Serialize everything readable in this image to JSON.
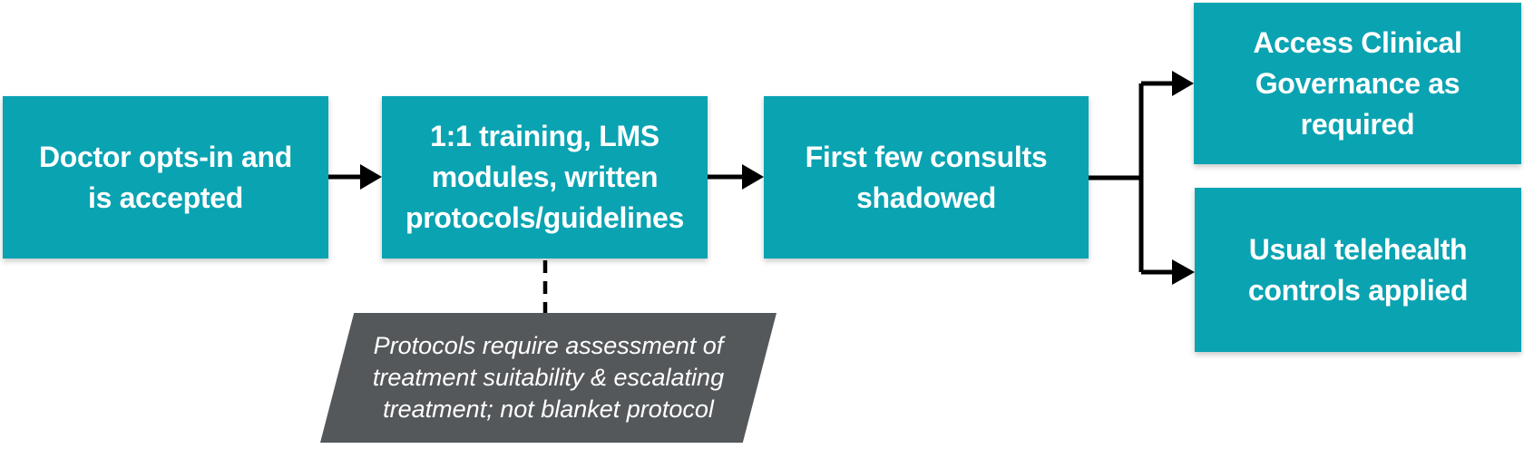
{
  "diagram": {
    "type": "flowchart",
    "flow_nodes": [
      {
        "id": "doctor-opt-in",
        "label": "Doctor opts-in and is accepted",
        "lines": [
          "Doctor opts-in and",
          "is accepted"
        ]
      },
      {
        "id": "training-protocols",
        "label": "1:1 training, LMS modules, written protocols/guidelines",
        "lines": [
          "1:1 training, LMS",
          "modules, written",
          "protocols/guidelines"
        ]
      },
      {
        "id": "consults-shadowed",
        "label": "First few consults shadowed",
        "lines": [
          "First few consults",
          "shadowed"
        ]
      },
      {
        "id": "clinical-governance",
        "label": "Access Clinical Governance as required",
        "lines": [
          "Access Clinical",
          "Governance as",
          "required"
        ]
      },
      {
        "id": "telehealth-controls",
        "label": "Usual telehealth controls applied",
        "lines": [
          "Usual telehealth",
          "controls applied"
        ]
      }
    ],
    "note": {
      "id": "protocol-note",
      "label": "Protocols require assessment of treatment suitability & escalating treatment; not blanket protocol",
      "lines": [
        "Protocols require assessment of",
        "treatment suitability & escalating",
        "treatment; not blanket protocol"
      ],
      "attached_to": "training-protocols"
    },
    "edges": [
      {
        "from": "doctor-opt-in",
        "to": "training-protocols",
        "style": "solid-arrow"
      },
      {
        "from": "training-protocols",
        "to": "consults-shadowed",
        "style": "solid-arrow"
      },
      {
        "from": "consults-shadowed",
        "to": "clinical-governance",
        "style": "solid-arrow"
      },
      {
        "from": "consults-shadowed",
        "to": "telehealth-controls",
        "style": "solid-arrow"
      },
      {
        "from": "training-protocols",
        "to": "protocol-note",
        "style": "dashed-line"
      }
    ],
    "colors": {
      "node_fill": "#0aa3b2",
      "note_fill": "#54585b",
      "connector": "#000000",
      "text": "#ffffff",
      "background": "#ffffff"
    }
  }
}
